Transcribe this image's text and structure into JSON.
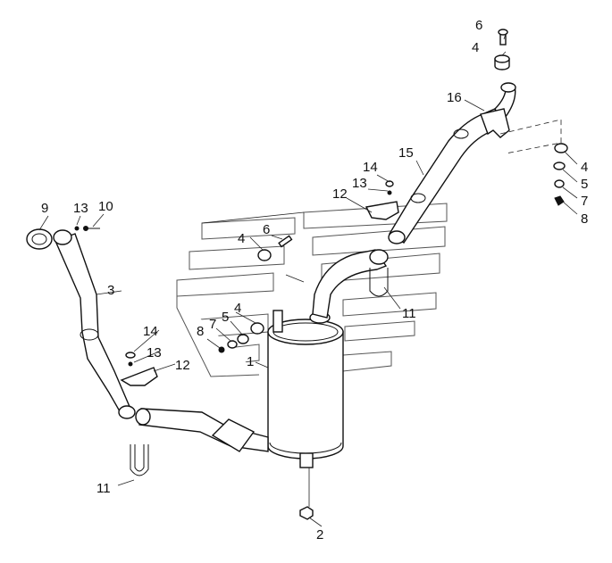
{
  "callouts": {
    "c1": "1",
    "c2": "2",
    "c3": "3",
    "c4a": "4",
    "c4b": "4",
    "c4c": "4",
    "c4d": "4",
    "c5a": "5",
    "c5b": "5",
    "c6a": "6",
    "c6b": "6",
    "c7a": "7",
    "c7b": "7",
    "c8a": "8",
    "c8b": "8",
    "c9": "9",
    "c10": "10",
    "c11a": "11",
    "c11b": "11",
    "c12a": "12",
    "c12b": "12",
    "c13a": "13",
    "c13b": "13",
    "c13c": "13",
    "c14a": "14",
    "c14b": "14",
    "c15": "15",
    "c16": "16"
  }
}
